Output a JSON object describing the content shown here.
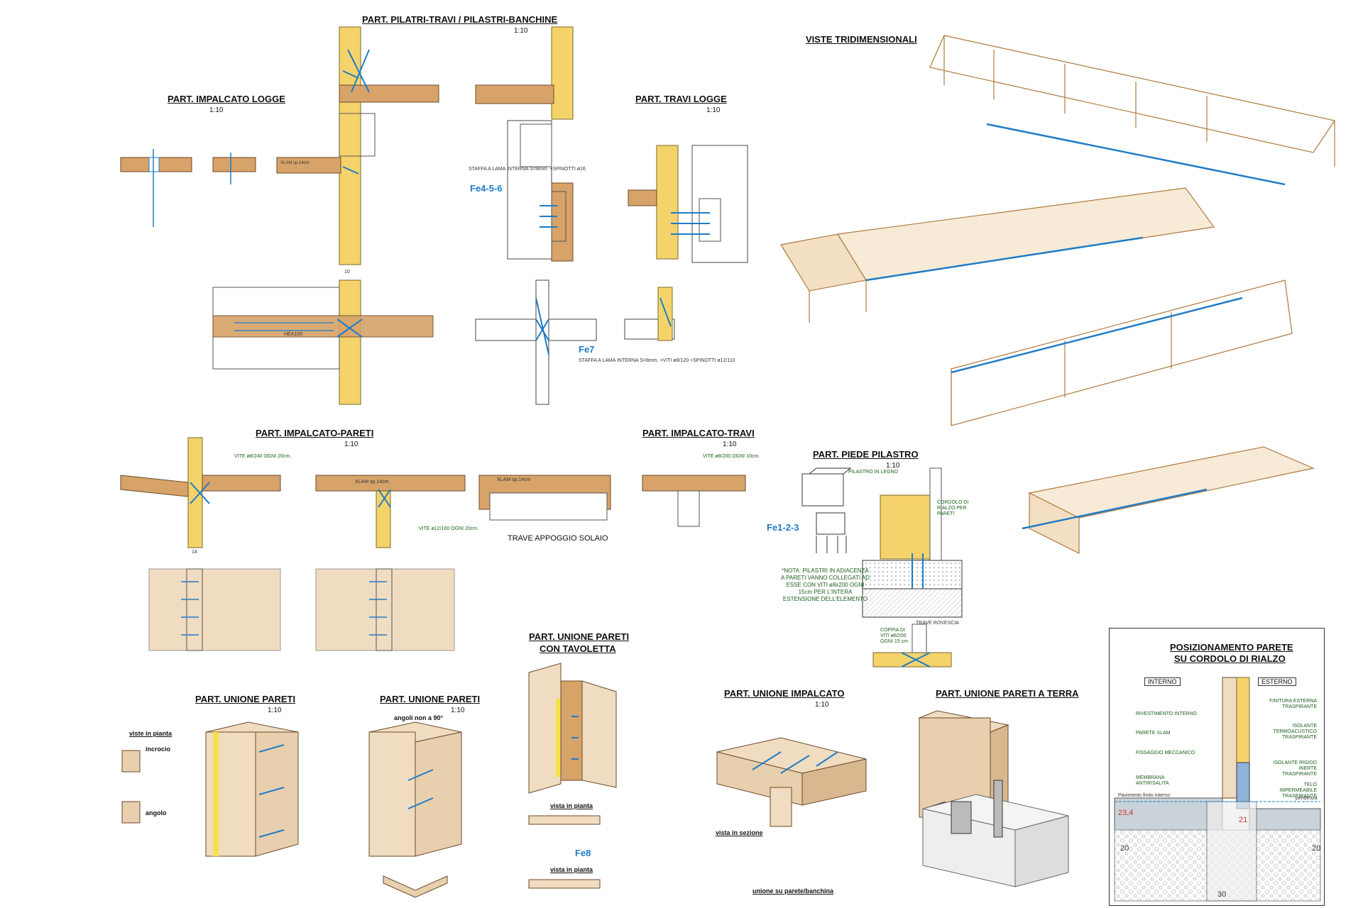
{
  "titles": {
    "pilastri_travi": "PART. PILATRI-TRAVI / PILASTRI-BANCHINE",
    "impalcato_logge": "PART. IMPALCATO LOGGE",
    "travi_logge": "PART. TRAVI LOGGE",
    "viste_3d": "VISTE TRIDIMENSIONALI",
    "impalcato_pareti": "PART. IMPALCATO-PARETI",
    "impalcato_travi": "PART. IMPALCATO-TRAVI",
    "piede_pilastro": "PART. PIEDE PILASTRO",
    "unione_pareti_tav_1": "PART. UNIONE PARETI",
    "unione_pareti_tav_2": "CON TAVOLETTA",
    "unione_pareti_a": "PART. UNIONE PARETI",
    "unione_pareti_b": "PART. UNIONE PARETI",
    "unione_impalcato": "PART. UNIONE IMPALCATO",
    "unione_pareti_terra": "PART. UNIONE  PARETI A TERRA",
    "posizionamento_1": "POSIZIONAMENTO PARETE",
    "posizionamento_2": "SU CORDOLO DI RIALZO"
  },
  "scales": {
    "s": "1:10"
  },
  "codes": {
    "fe456": "Fe4-5-6",
    "fe7": "Fe7",
    "fe123": "Fe1-2-3",
    "fe8": "Fe8"
  },
  "labels": {
    "xlam14": "XLAM sp.14cm",
    "trave_appoggio": "TRAVE APPOGGIO SOLAIO",
    "viste_pianta": "viste in pianta",
    "incrocio": "incrocio",
    "angolo": "angolo",
    "angoli_non_90": "angoli non a 90°",
    "vista_pianta_1": "vista in pianta",
    "vista_pianta_2": "vista in pianta",
    "vista_sezione": "vista in sezione",
    "unione_parete_banchina": "unione su parete/banchina",
    "interno": "INTERNO",
    "esterno": "ESTERNO",
    "finitura": "FINITURA ESTERNA TRASPIRANTE",
    "rivestimento": "RIVESTIMENTO INTERNO",
    "parete_xlam": "PARETE XLAM",
    "isolante_termo": "ISOLANTE TERMOACUSTICO TRASPIRANTE",
    "fissaggio": "FISSAGGIO MECCANICO",
    "isolante_rigido": "ISOLANTE RIGIDO INERTE TRASPIRANTE",
    "membrana": "MEMBRANA ANTIRISALITA",
    "telo": "TELO IMPERMEABILE TRASPIRANTE",
    "pavimento": "Pavimento finito interno",
    "pendenza": "pendenza",
    "nota": "*NOTA: PILASTRI IN ADIACENZA A PARETI VANNO COLLEGATI AD ESSE CON VITI ø8x200 OGNI 15cm PER L'INTERA ESTENSIONE DELL'ELEMENTO",
    "vite_8_240": "VITE ø8/240 OGNI 20cm.",
    "vite_8_200": "VITE ø8/200 OGNI 10cm.",
    "vite_12_160": "VITE ø12/160 OGNI 20cm.",
    "coppia_viti": "COPPIA DI VITI ø8/200 OGNI 15 cm",
    "staffa": "STAFFA A LAMA INTERNA S=8mm. +SPINOTTI ø16",
    "staffa2": "STAFFA A LAMA INTERNA S=8mm. +VITI ø8/120 +SPINOTTI ø12/110",
    "pilastro_legno": "PILASTRO IN LEGNO",
    "cordolo": "CORDOLO DI RIALZO PER PARETI",
    "trave_rovescia": "TRAVE ROVESCIA",
    "hea100": "HEA100"
  },
  "dims": {
    "d30": "30",
    "d20a": "20",
    "d20b": "20",
    "d23": "23,4",
    "d21": "21",
    "d14": "14",
    "d10": "10"
  },
  "colors": {
    "wood": "#d7a369",
    "woodLight": "#f0dcc0",
    "yellow": "#f5d36b",
    "blue": "#1f7cc7",
    "green": "#1a5e1a"
  }
}
